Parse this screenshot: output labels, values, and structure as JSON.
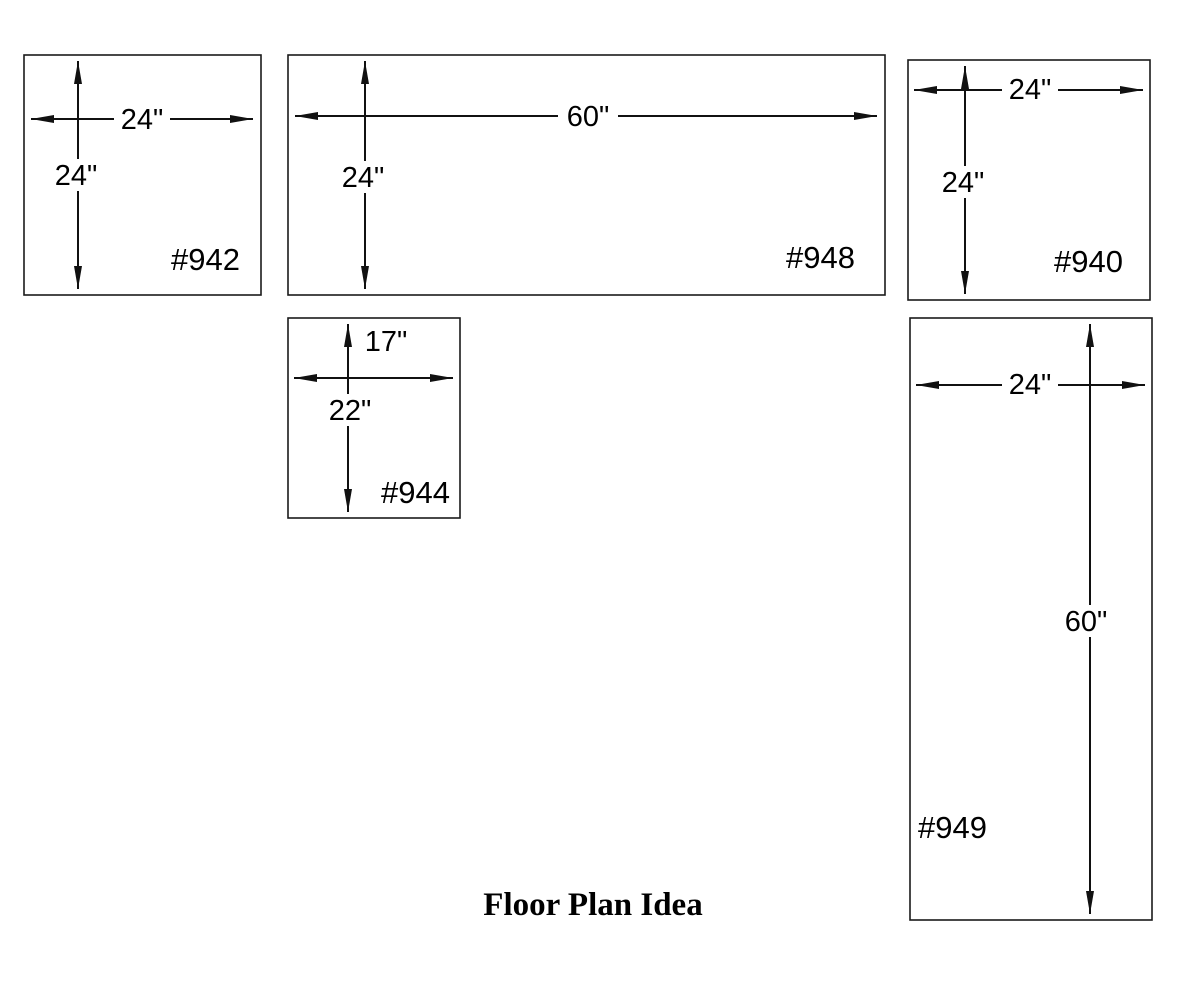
{
  "title": "Floor Plan Idea",
  "colors": {
    "line": "#111111",
    "text": "#000000",
    "background": "#ffffff"
  },
  "boxes": [
    {
      "id": "#942",
      "width_label": "24\"",
      "height_label": "24\"",
      "width_in": 24,
      "height_in": 24
    },
    {
      "id": "#948",
      "width_label": "60\"",
      "height_label": "24\"",
      "width_in": 60,
      "height_in": 24
    },
    {
      "id": "#940",
      "width_label": "24\"",
      "height_label": "24\"",
      "width_in": 24,
      "height_in": 24
    },
    {
      "id": "#944",
      "width_label": "17\"",
      "height_label": "22\"",
      "width_in": 17,
      "height_in": 22
    },
    {
      "id": "#949",
      "width_label": "24\"",
      "height_label": "60\"",
      "width_in": 24,
      "height_in": 60
    }
  ]
}
